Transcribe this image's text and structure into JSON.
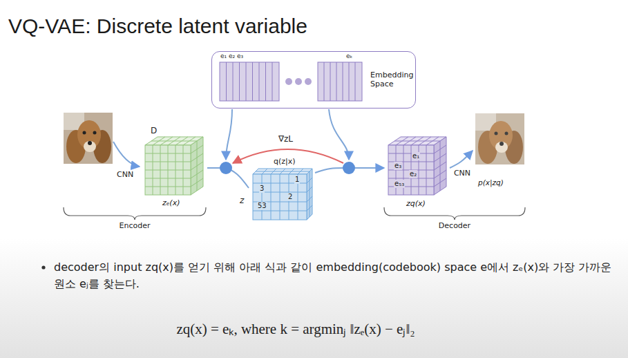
{
  "diagram": {
    "title": "VQ-VAE: Discrete latent variable",
    "nodes": [
      {
        "text": [
          "e₁ e₂ e₃",
          "eₖ",
          "Embedding Space"
        ]
      },
      {
        "text": [
          "D",
          "zₑ(x)"
        ]
      },
      {
        "text": [
          "q(z|x)",
          "1",
          "3",
          "2",
          "53"
        ]
      },
      {
        "text": [
          "e₁",
          "e₃",
          "e₂",
          "e₅₃",
          "zq(x)"
        ]
      },
      {
        "text": [
          "p(x|zq)"
        ]
      }
    ],
    "edges": [
      {
        "from": 1,
        "to": 2,
        "arrow": "none"
      },
      {
        "from": 2,
        "to": 3,
        "arrow": "to"
      },
      {
        "from": 3,
        "to": 4,
        "label": "CNN",
        "arrow": "to"
      }
    ],
    "labels": [
      "CNN",
      "z",
      "∇zL",
      "Encoder",
      "Decoder",
      "decoder의 input zq(x)를 얻기 위해 아래 식과 같이 embedding(codebook) space e에서 zₑ(x)와 가장 가까운 원소 eⱼ를 찾는다.",
      "zq(x) = eₖ, where k = argminⱼ ‖zₑ(x) − eⱼ‖₂"
    ]
  }
}
